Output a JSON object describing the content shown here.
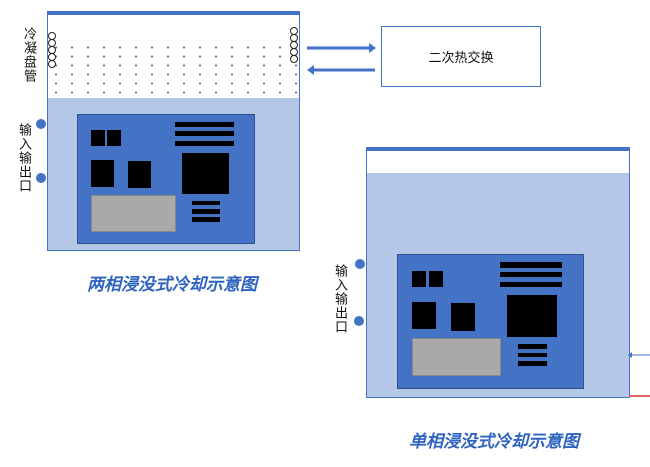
{
  "two_phase": {
    "coil_label": "冷凝盘管",
    "io_label": "输入输出口",
    "caption": "两相浸没式冷却示意图"
  },
  "heat_exchange": {
    "label": "二次热交换"
  },
  "single_phase": {
    "io_label": "输入输出口",
    "caption": "单相浸没式冷却示意图"
  },
  "colors": {
    "tank_border": "#4472c4",
    "coolant": "#b4c7e7",
    "board": "#4472c4",
    "caption": "#2e64c0"
  }
}
